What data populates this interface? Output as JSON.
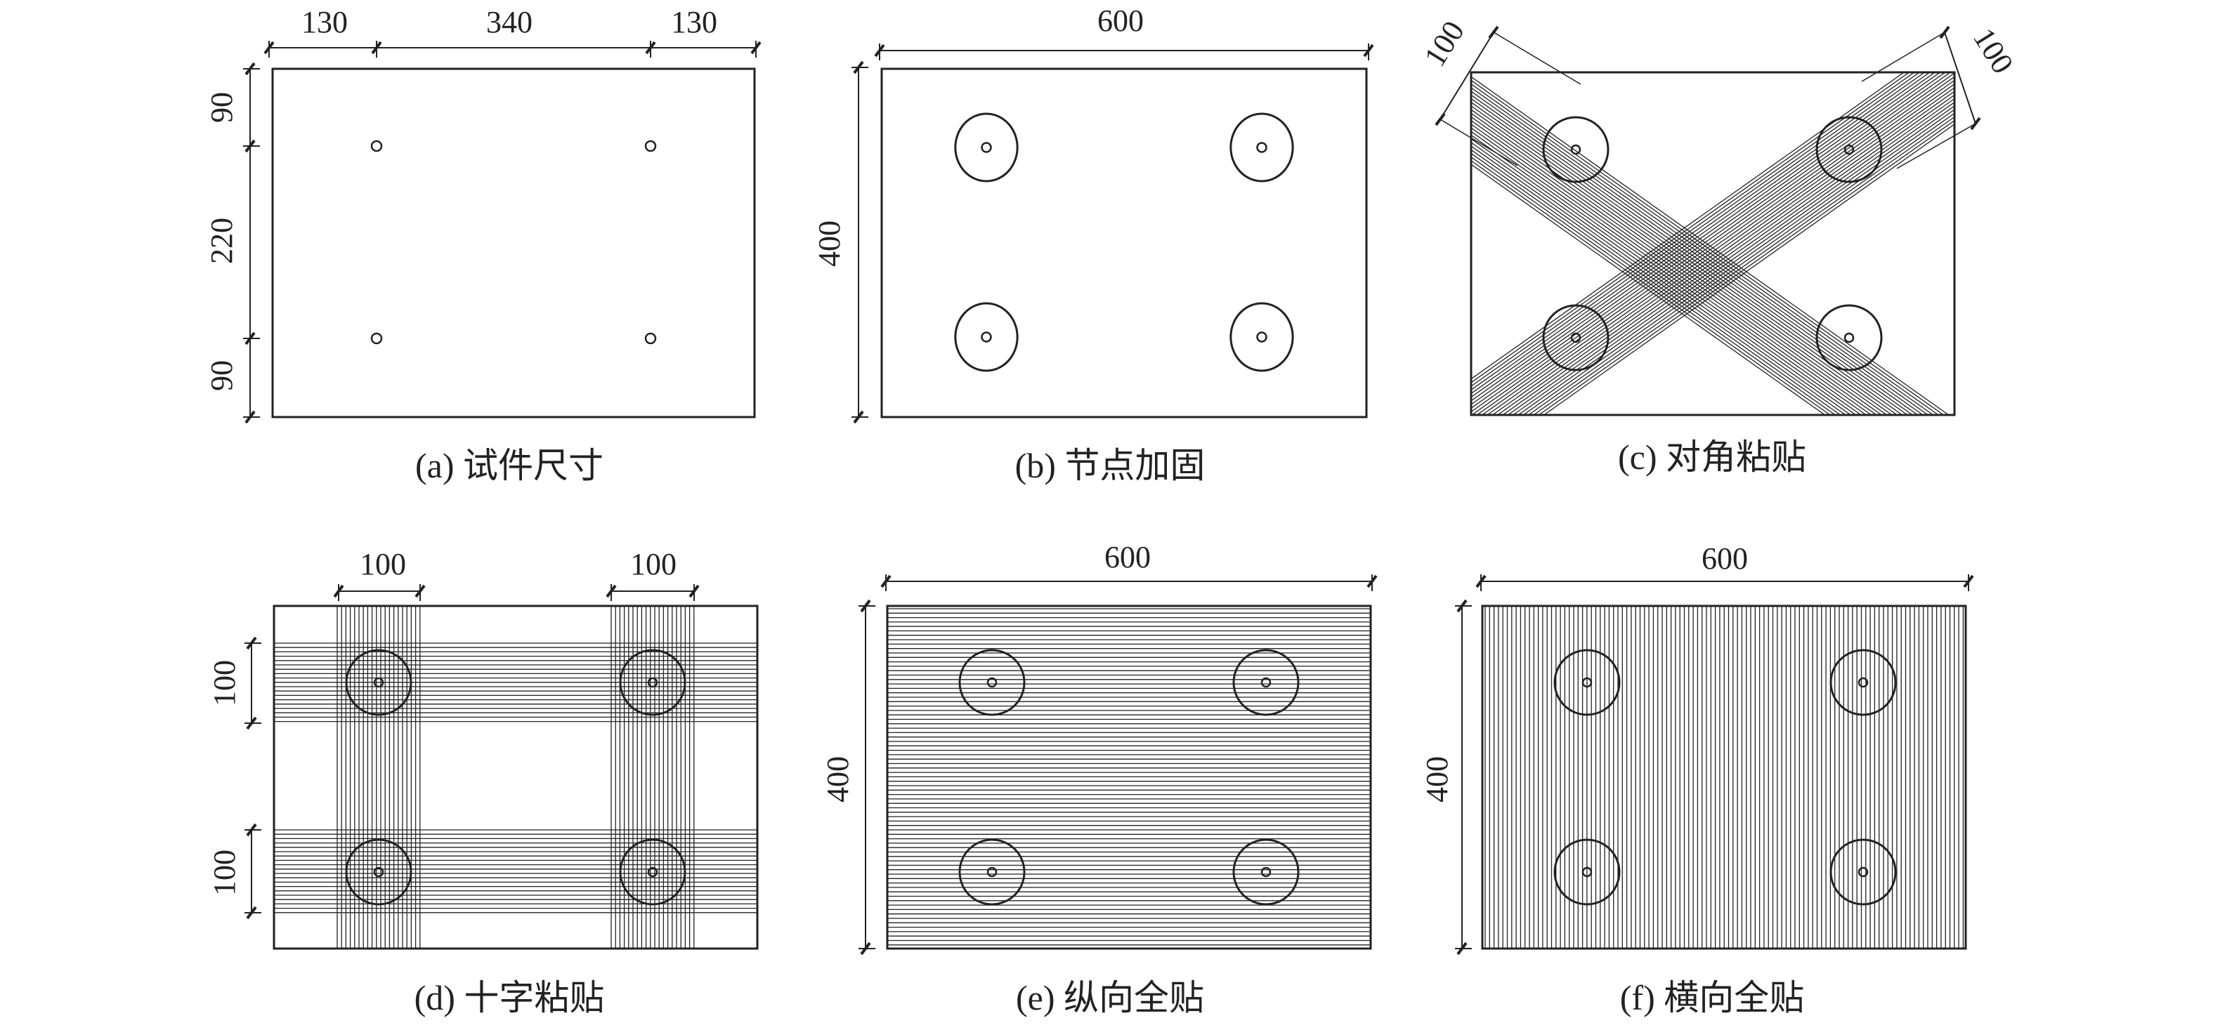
{
  "colors": {
    "stroke": "#222222",
    "background": "#ffffff"
  },
  "panels": {
    "a": {
      "caption": "(a) 试件尺寸",
      "dims": {
        "top_left": "130",
        "top_mid": "340",
        "top_right": "130",
        "left_top": "90",
        "left_mid": "220",
        "left_bottom": "90"
      }
    },
    "b": {
      "caption": "(b) 节点加固",
      "dims": {
        "top": "600",
        "left": "400"
      }
    },
    "c": {
      "caption": "(c) 对角粘贴",
      "dims": {
        "left_strip": "100",
        "right_strip": "100"
      }
    },
    "d": {
      "caption": "(d) 十字粘贴",
      "dims": {
        "top_left": "100",
        "top_right": "100",
        "left_top": "100",
        "left_bottom": "100"
      }
    },
    "e": {
      "caption": "(e) 纵向全贴",
      "dims": {
        "top": "600",
        "left": "400"
      }
    },
    "f": {
      "caption": "(f) 横向全贴",
      "dims": {
        "top": "600",
        "left": "400"
      }
    }
  }
}
